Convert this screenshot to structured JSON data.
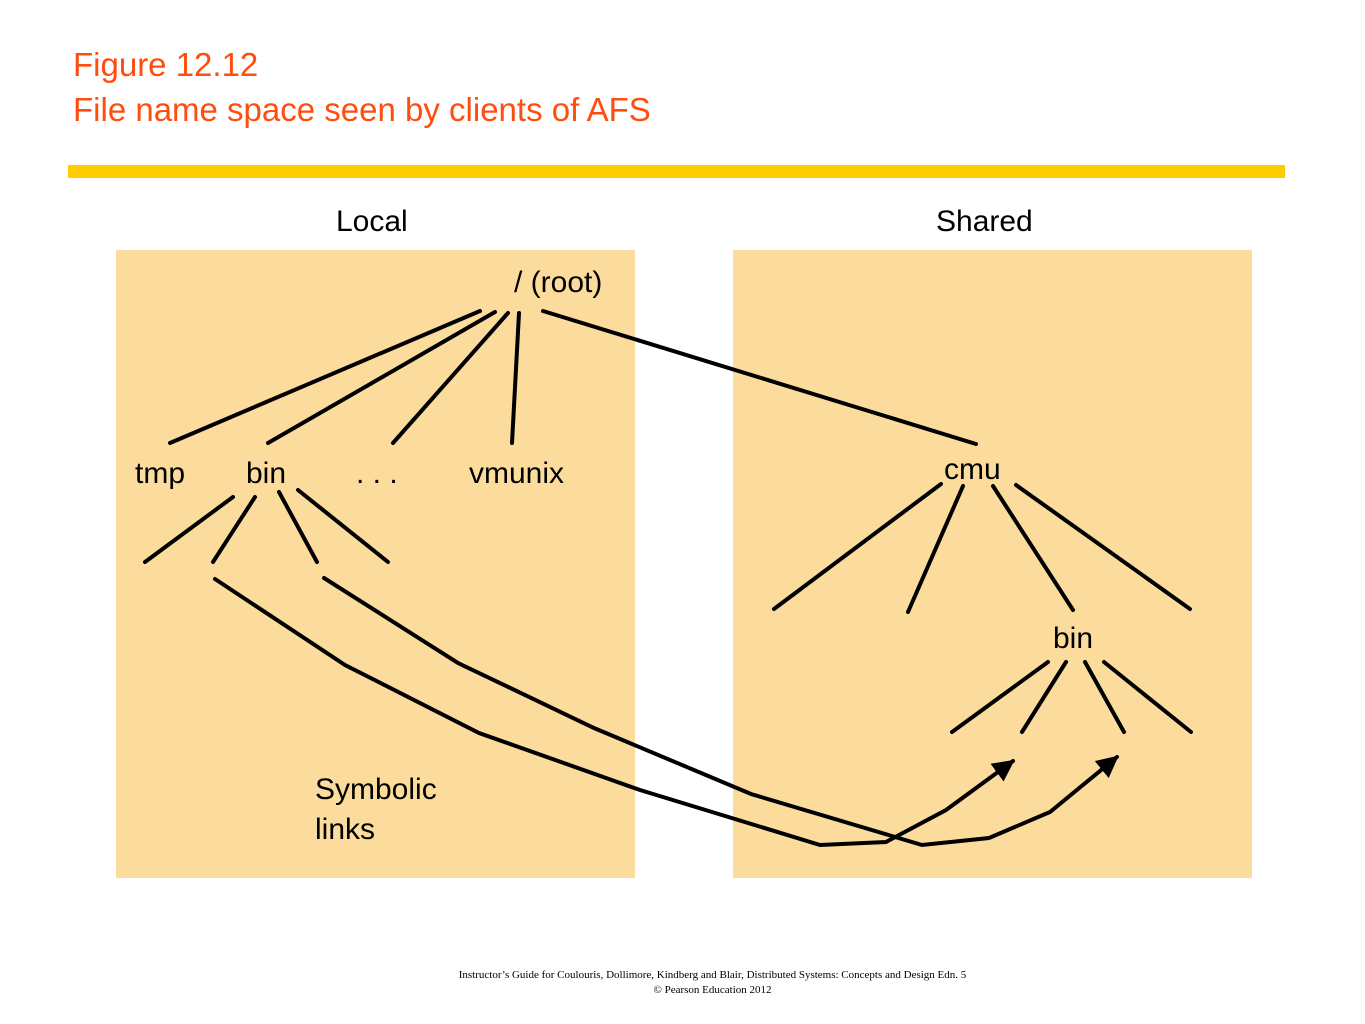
{
  "title": {
    "line1": "Figure 12.12",
    "line2": "File name space seen by clients of AFS"
  },
  "headers": {
    "local": "Local",
    "shared": "Shared"
  },
  "nodes": {
    "root": "/ (root)",
    "tmp": "tmp",
    "bin_local": "bin",
    "ellipsis": ". . .",
    "vmunix": "vmunix",
    "cmu": "cmu",
    "bin_shared": "bin"
  },
  "annotation": {
    "line1": "Symbolic",
    "line2": "links"
  },
  "footer": {
    "line1": "Instructor’s Guide for  Coulouris, Dollimore,  Kindberg and Blair,  Distributed Systems: Concepts and Design   Edn. 5",
    "line2": "©  Pearson Education 2012"
  },
  "colors": {
    "title": "#ff4d0d",
    "rule": "#ffcc00",
    "panel": "#fcdc9c"
  }
}
